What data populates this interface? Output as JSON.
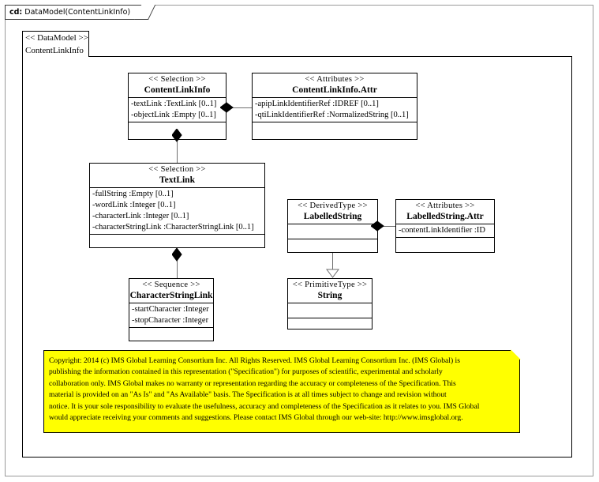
{
  "frame": {
    "keyword": "cd:",
    "title": "DataModel(ContentLinkInfo)"
  },
  "package": {
    "stereotype": "<< DataModel >>",
    "name": "ContentLinkInfo"
  },
  "classes": [
    {
      "id": "contentlinkinfo",
      "stereotype": "<< Selection >>",
      "name": "ContentLinkInfo",
      "attributes": [
        "-textLink  :TextLink  [0..1]",
        "-objectLink  :Empty [0..1]"
      ],
      "operations": []
    },
    {
      "id": "contentlinkinfo-attr",
      "stereotype": "<< Attributes >>",
      "name": "ContentLinkInfo.Attr",
      "attributes": [
        "-apipLinkIdentifierRef   :IDREF [0..1]",
        "-qtiLinkIdentifierRef   :NormalizedString  [0..1]"
      ],
      "operations": []
    },
    {
      "id": "textlink",
      "stereotype": "<< Selection >>",
      "name": "TextLink",
      "attributes": [
        "-fullString  :Empty [0..1]",
        "-wordLink :Integer [0..1]",
        "-characterLink  :Integer [0..1]",
        "-characterStringLink  :CharacterStringLink  [0..1]"
      ],
      "operations": []
    },
    {
      "id": "characterstringlink",
      "stereotype": "<< Sequence >>",
      "name": "CharacterStringLink",
      "attributes": [
        "-startCharacter :Integer",
        "-stopCharacter :Integer"
      ],
      "operations": []
    },
    {
      "id": "labelledstring",
      "stereotype": "<< DerivedType >>",
      "name": "LabelledString",
      "attributes": [],
      "operations": []
    },
    {
      "id": "labelledstring-attr",
      "stereotype": "<< Attributes >>",
      "name": "LabelledString.Attr",
      "attributes": [
        "-contentLinkIdentifier   :ID"
      ],
      "operations": []
    },
    {
      "id": "string",
      "stereotype": "<< PrimitiveType >>",
      "name": "String",
      "attributes": [],
      "operations": []
    }
  ],
  "note": {
    "background_color": "#ffff00",
    "lines": [
      "Copyright: 2014 (c) IMS Global Learning Consortium Inc.  All Rights Reserved.  IMS Global Learning Consortium Inc. (IMS Global) is",
      "publishing the information contained in this representation (\"Specification\") for purposes of scientific, experimental and scholarly",
      "collaboration only.  IMS Global makes no warranty or representation regarding the accuracy or completeness of the Specification.  This",
      "material is provided on an \"As Is\" and \"As Available\" basis.  The Specification is at all times subject to change and revision without",
      "notice.  It is your sole responsibility to evaluate the usefulness, accuracy and completeness of the Specification as it relates to you.  IMS Global",
      "would appreciate receiving your comments and suggestions.  Please contact IMS Global through our web-site: http://www.imsglobal.org."
    ]
  }
}
